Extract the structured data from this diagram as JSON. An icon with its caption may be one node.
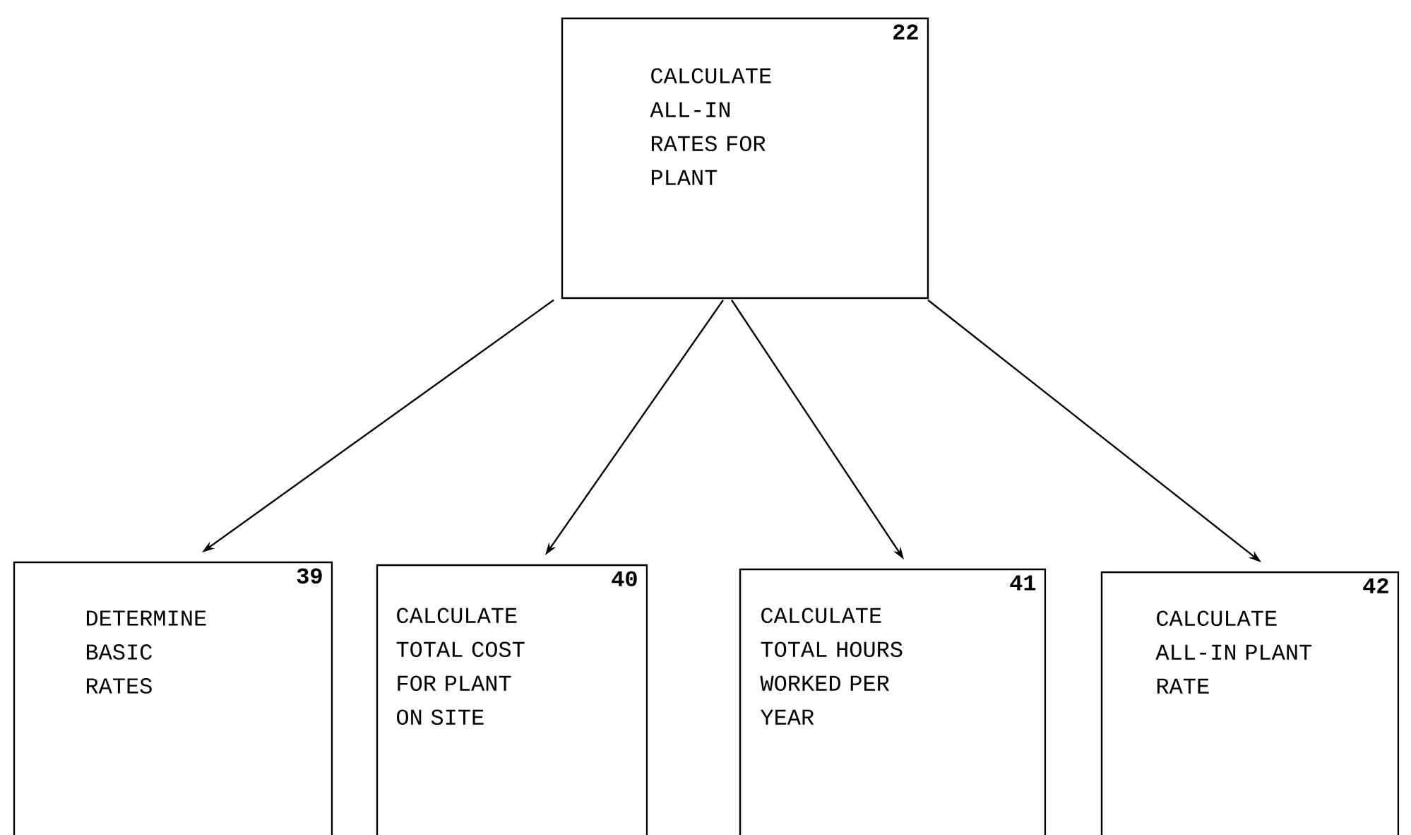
{
  "diagram": {
    "nodes": [
      {
        "text": [
          "22",
          "CALCULATE ALL-IN RATES FOR PLANT"
        ]
      },
      {
        "text": [
          "39",
          "DETERMINE BASIC RATES"
        ]
      },
      {
        "text": [
          "40",
          "CALCULATE TOTAL COST FOR PLANT ON SITE"
        ]
      },
      {
        "text": [
          "41",
          "CALCULATE TOTAL HOURS WORKED PER YEAR"
        ]
      },
      {
        "text": [
          "42",
          "CALCULATE ALL-IN PLANT RATE"
        ]
      }
    ],
    "edges": [
      {
        "from": 0,
        "to": 1,
        "arrow": "to"
      },
      {
        "from": 0,
        "to": 2,
        "arrow": "to"
      },
      {
        "from": 0,
        "to": 3,
        "arrow": "to"
      },
      {
        "from": 0,
        "to": 4,
        "arrow": "to"
      }
    ]
  }
}
